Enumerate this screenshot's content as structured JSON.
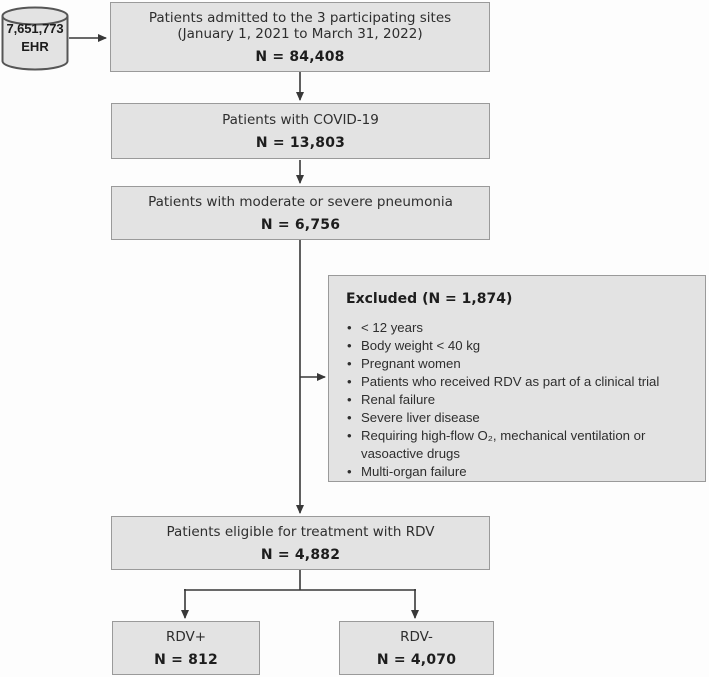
{
  "source": {
    "count": "7,651,773",
    "label": "EHR"
  },
  "boxes": {
    "admitted": {
      "line1": "Patients admitted to the 3 participating sites",
      "line2": "(January 1, 2021 to March 31, 2022)",
      "n": "N = 84,408"
    },
    "covid": {
      "line1": "Patients with COVID-19",
      "n": "N = 13,803"
    },
    "pneumonia": {
      "line1": "Patients with moderate or severe pneumonia",
      "n": "N = 6,756"
    },
    "eligible": {
      "line1": "Patients eligible for treatment with RDV",
      "n": "N = 4,882"
    },
    "rdv_plus": {
      "line1": "RDV+",
      "n": "N = 812"
    },
    "rdv_minus": {
      "line1": "RDV-",
      "n": "N = 4,070"
    }
  },
  "excluded": {
    "heading": "Excluded (N = 1,874)",
    "items": [
      "< 12 years",
      "Body weight < 40 kg",
      "Pregnant women",
      "Patients who received RDV as part of a clinical trial",
      "Renal failure",
      "Severe liver disease",
      "Requiring high-flow O₂, mechanical ventilation or vasoactive drugs",
      "Multi-organ failure"
    ]
  },
  "colors": {
    "box_fill": "#e3e3e3",
    "box_border": "#9a9a9a",
    "cylinder_border": "#565656",
    "line": "#383838",
    "text": "#2e2e2e"
  }
}
